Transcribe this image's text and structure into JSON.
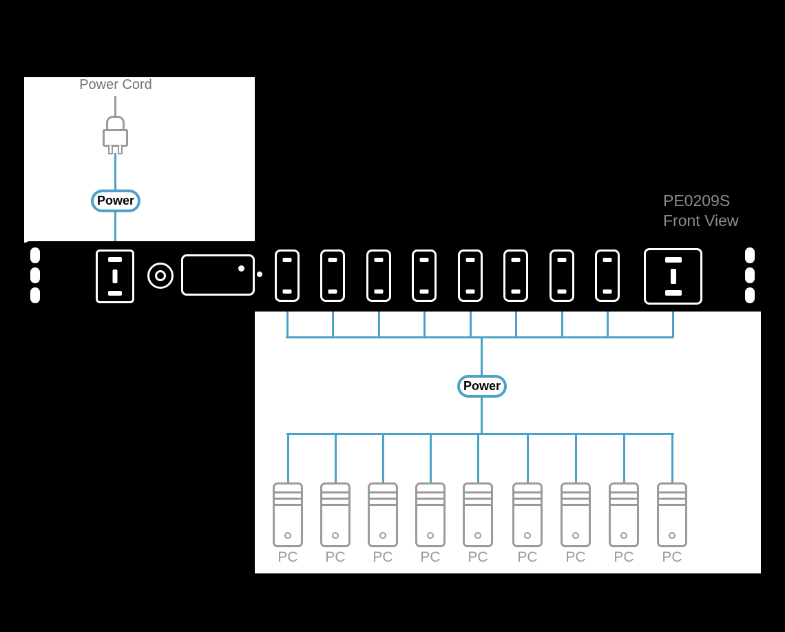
{
  "labels": {
    "power_cord": "Power Cord",
    "power_badge_top": "Power",
    "power_badge_bottom": "Power",
    "model": "PE0209S",
    "view": "Front View",
    "pc": "PC"
  },
  "device": {
    "name": "PE0209S",
    "c13_outlet_count": 8,
    "c19_outlet_count": 1,
    "pc_count": 9
  },
  "colors": {
    "background": "#000000",
    "diagram_panel": "#ffffff",
    "cable_blue": "#4ba1c8",
    "device_body": "#000000",
    "outline_gray": "#9a9a9a",
    "label_gray": "#8c8c8c",
    "badge_text": "#000000"
  }
}
